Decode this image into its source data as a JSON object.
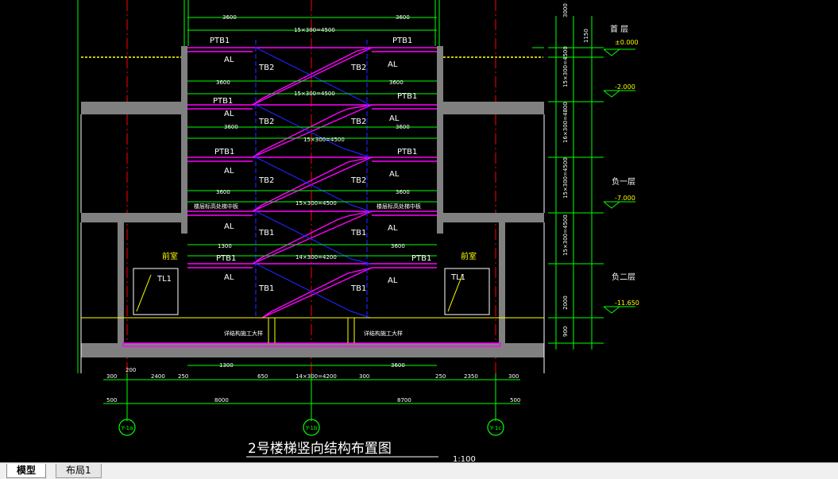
{
  "drawing": {
    "title": "2号楼梯竖向结构布置图",
    "scale": "1:100"
  },
  "labels": {
    "ptb1": "PTB1",
    "al": "AL",
    "tb2": "TB2",
    "tb1": "TB1",
    "tl1": "TL1",
    "flight_lower": "14×300=4200",
    "flight_upper": "15×300=4500",
    "dim_3600": "3600",
    "dim_1300": "1300",
    "tie_beam": "楼层标高处梯中板",
    "room_left": "前室",
    "room_right": "前室",
    "foundation_note": "详结构施工大样"
  },
  "levels": {
    "first_name": "首  层",
    "first_elev": "±0.000",
    "elev2": "-2.000",
    "b1_name": "负一层",
    "b1_elev": "-7.000",
    "b2_name": "负二层",
    "b2_elev": "-11.650"
  },
  "axes": {
    "left": "Y-1a",
    "middle": "Y-1b",
    "right": "Y-1c"
  },
  "dims": {
    "bottom_row1": [
      "300",
      "200",
      "2400",
      "250",
      "1300",
      "650",
      "14×300=4200",
      "300",
      "3600",
      "250",
      "2350",
      "300"
    ],
    "bottom_total_left": "8000",
    "bottom_total_right": "8700",
    "bottom_edge": "500",
    "right_col": [
      "3000",
      "1150",
      "15×300=4500",
      "16×300=4800",
      "15×300=4500",
      "15×300=4500",
      "2000",
      "900"
    ]
  },
  "tabs": {
    "model": "模型",
    "layout1": "布局1"
  },
  "colors": {
    "background": "#000000",
    "wall": "#808080",
    "stair_magenta": "#ff00ff",
    "stair_blue": "#2020ff",
    "dimension_green": "#00ff00",
    "axis_red": "#ff0000",
    "label_white": "#ffffff",
    "beam_yellow": "#ffff00"
  }
}
